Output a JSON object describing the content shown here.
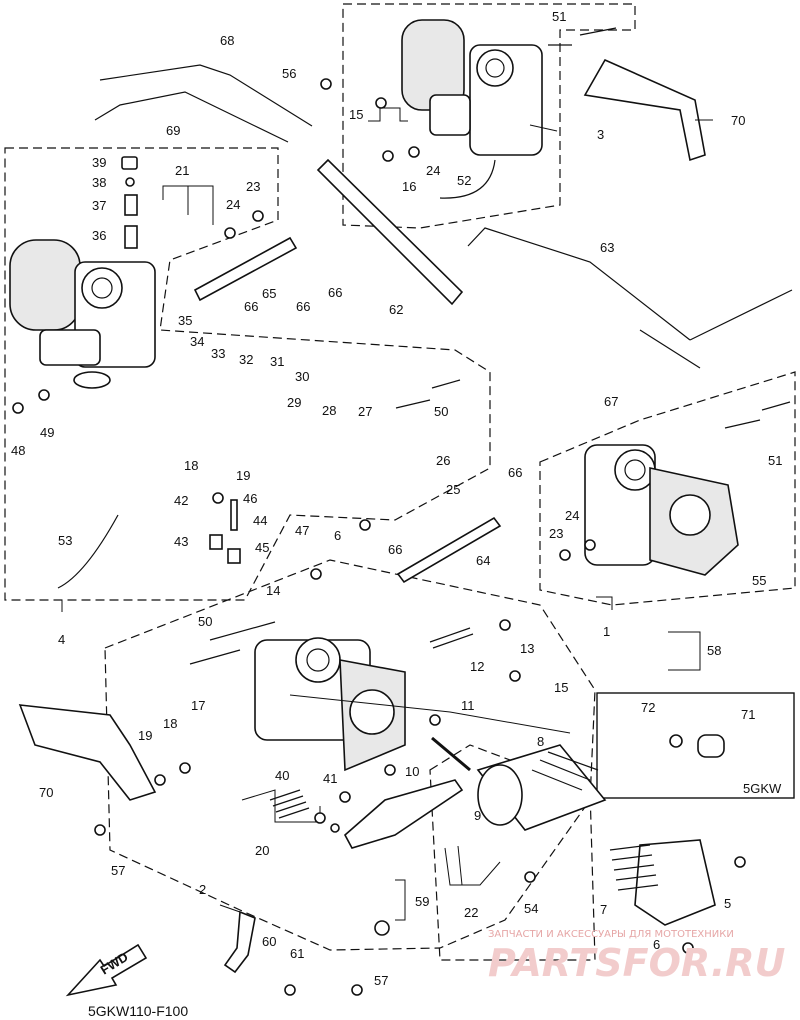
{
  "diagram": {
    "drawing_code": "5GKW110-F100",
    "model_note": "5GKW",
    "fwd_arrow": "FWD",
    "watermark": {
      "tagline": "ЗАПЧАСТИ И АКСЕССУАРЫ ДЛЯ МОТОТЕХНИКИ",
      "logo": "PARTSFOR.RU"
    },
    "callouts": [
      "1",
      "2",
      "3",
      "4",
      "5",
      "6",
      "7",
      "8",
      "9",
      "10",
      "11",
      "12",
      "13",
      "14",
      "15",
      "16",
      "17",
      "18",
      "19",
      "20",
      "21",
      "22",
      "23",
      "24",
      "25",
      "26",
      "27",
      "28",
      "29",
      "30",
      "31",
      "32",
      "33",
      "34",
      "35",
      "36",
      "37",
      "38",
      "39",
      "40",
      "41",
      "42",
      "43",
      "44",
      "45",
      "46",
      "47",
      "48",
      "49",
      "50",
      "51",
      "52",
      "53",
      "54",
      "55",
      "56",
      "57",
      "58",
      "59",
      "60",
      "61",
      "62",
      "63",
      "64",
      "65",
      "66",
      "67",
      "68",
      "69",
      "70",
      "71",
      "72"
    ]
  }
}
